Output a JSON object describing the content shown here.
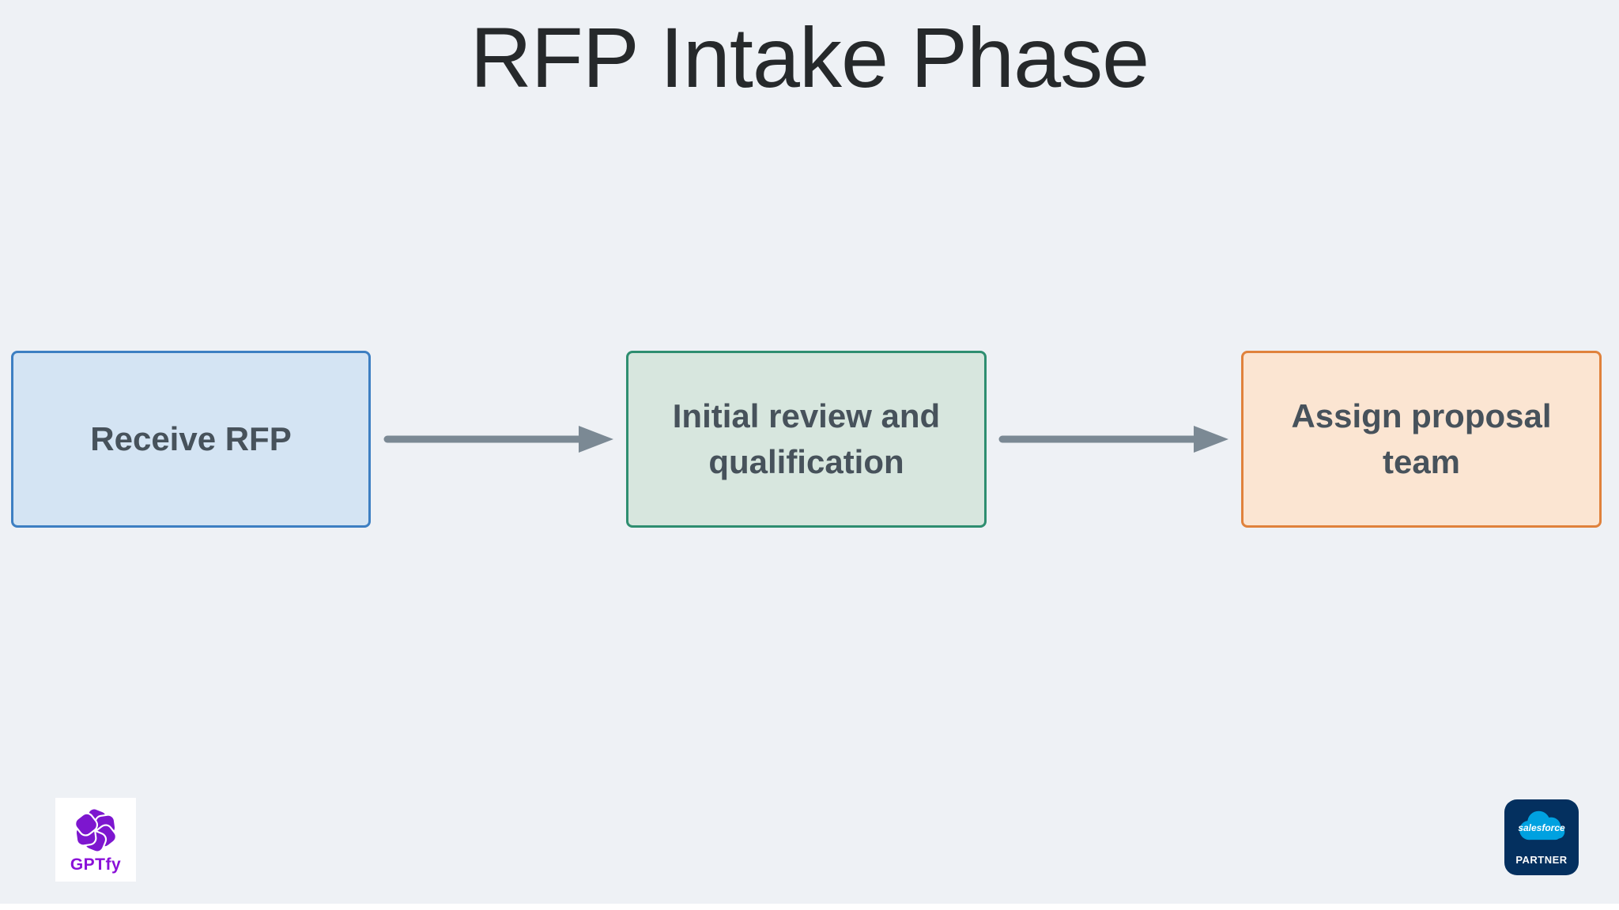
{
  "title": "RFP Intake Phase",
  "flow": {
    "nodes": [
      {
        "label": "Receive RFP",
        "lines": [
          "Receive RFP"
        ],
        "fill": "#d4e4f3",
        "border": "#3d7fc2"
      },
      {
        "label": "Initial review and qualification",
        "lines": [
          "Initial review and",
          "qualification"
        ],
        "fill": "#d7e6de",
        "border": "#2e8e70"
      },
      {
        "label": "Assign proposal team",
        "lines": [
          "Assign proposal",
          "team"
        ],
        "fill": "#fbe5d2",
        "border": "#e0823c"
      }
    ],
    "arrow_color": "#7b8994"
  },
  "footer": {
    "gptfy": {
      "wordmark": "GPTfy",
      "brand_color": "#8a10d8",
      "icon": "pinwheel-icon"
    },
    "salesforce": {
      "cloud_text": "salesforce",
      "partner_label": "PARTNER",
      "badge_bg": "#04305f",
      "cloud_color": "#00a1e0"
    }
  },
  "colors": {
    "background": "#eef1f5",
    "title_text": "#26292b",
    "node_text": "#47525b"
  }
}
